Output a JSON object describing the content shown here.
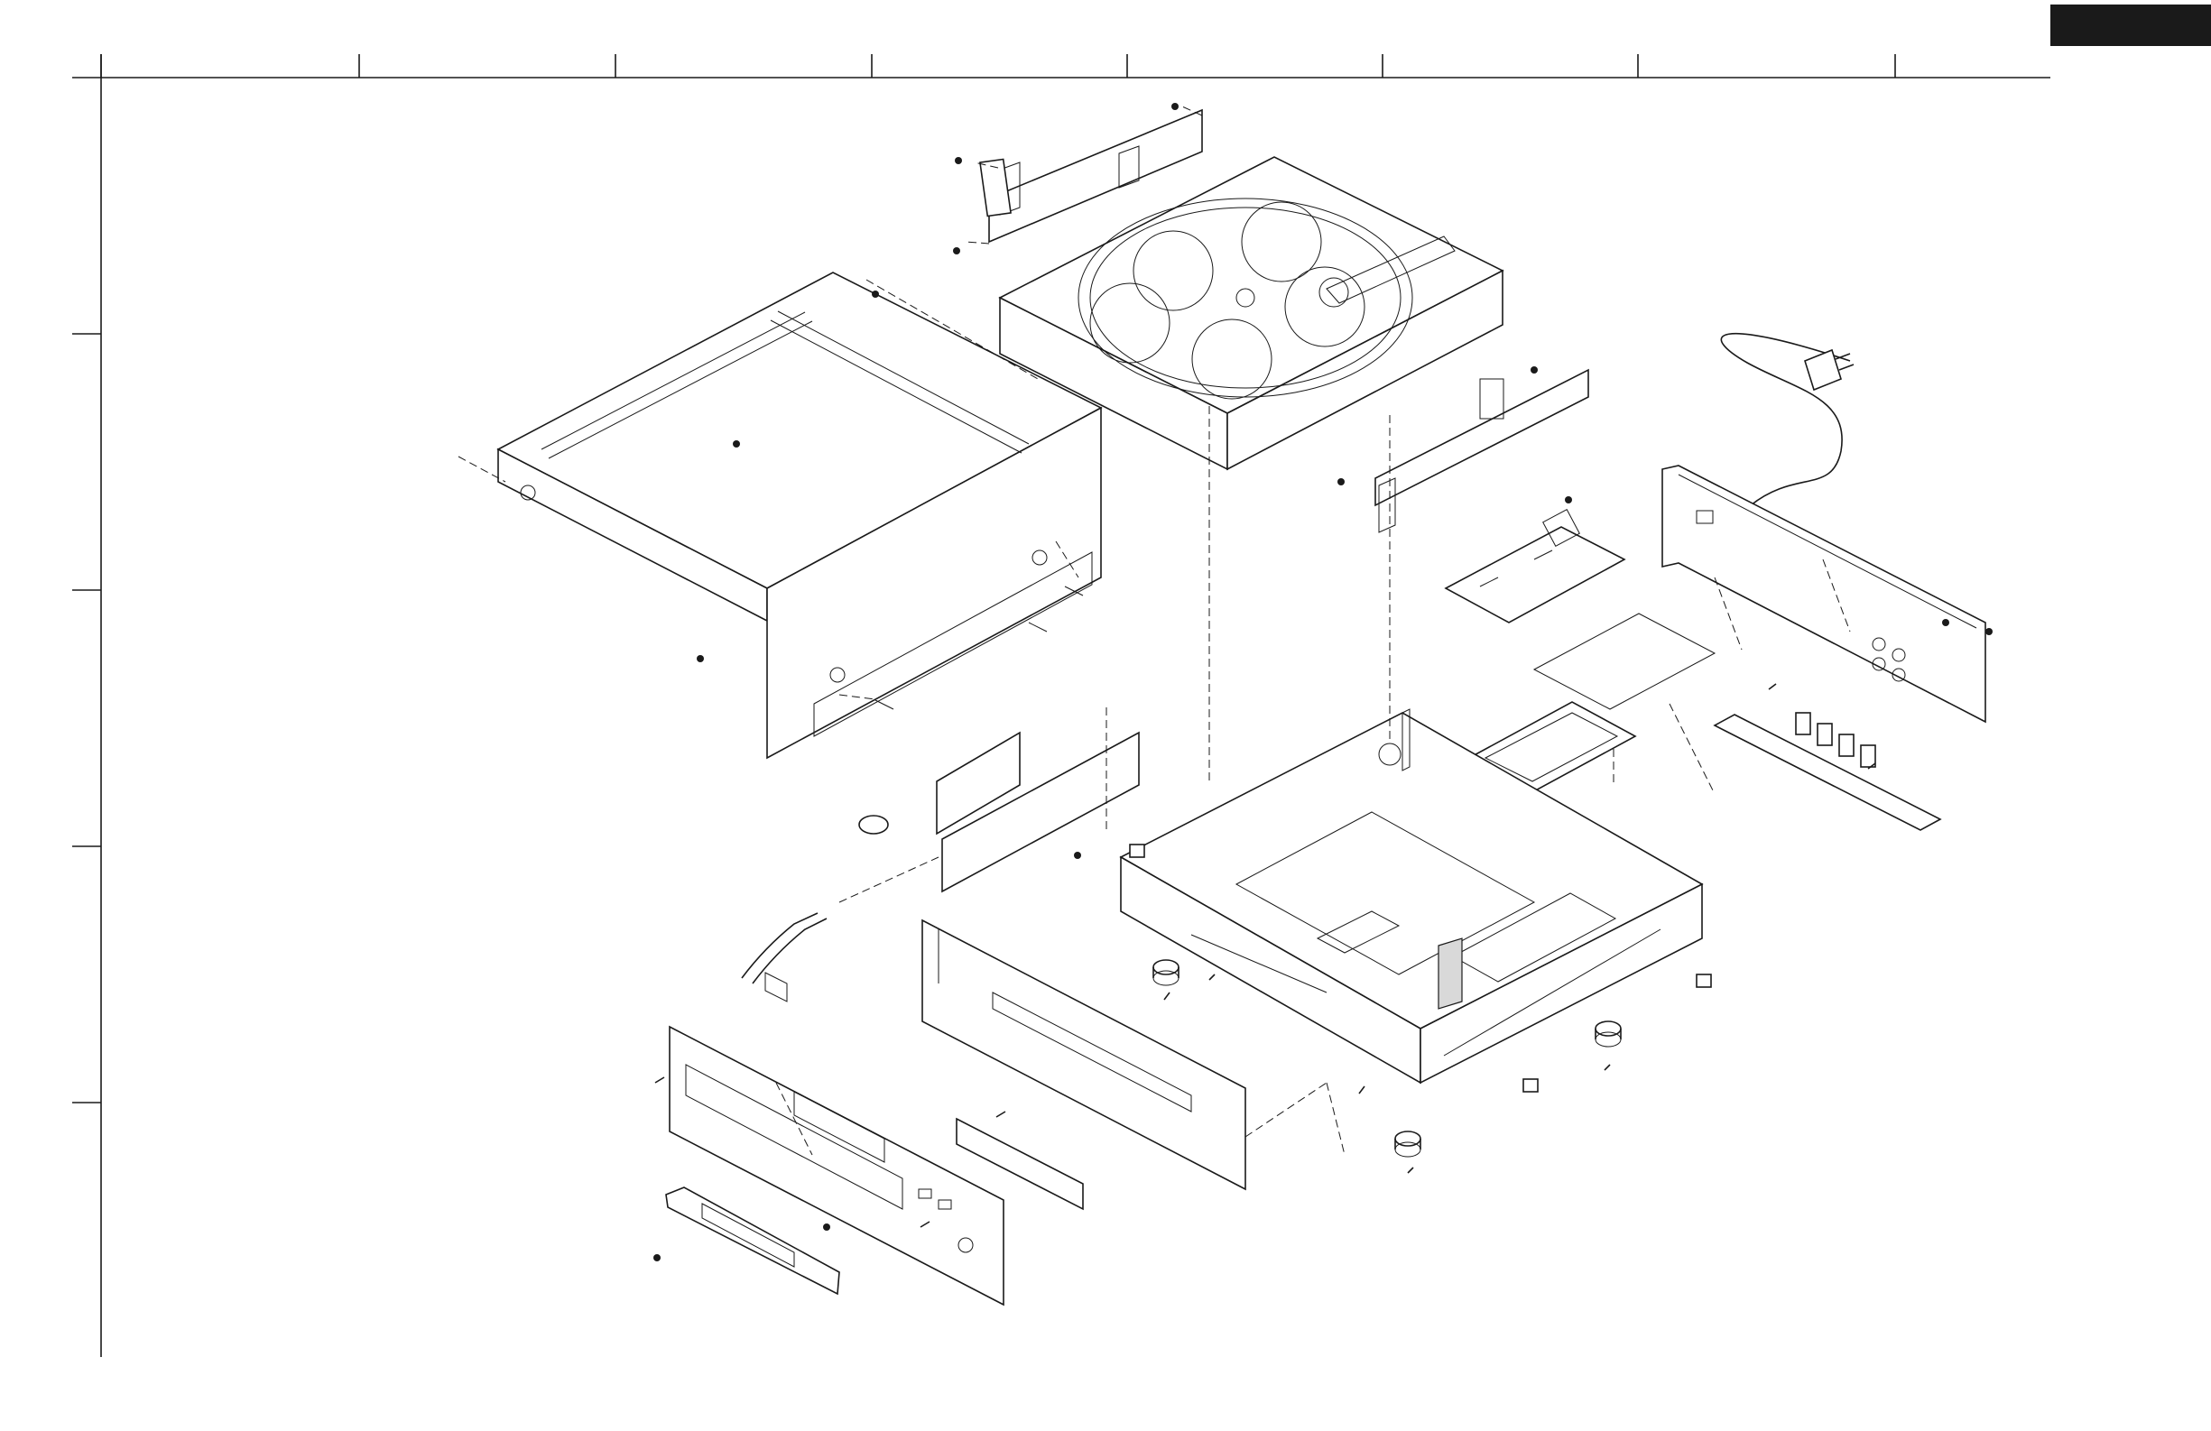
{
  "sheet": {
    "header_tab_color": "#1a1a1a",
    "line_color": "#1a1a1a",
    "column_zones": 8,
    "row_zones": 5
  },
  "diagram": {
    "type": "exploded-view",
    "parts": [
      {
        "id": "top-cover",
        "kind": "sheet-metal cover"
      },
      {
        "id": "disc-changer",
        "kind": "5-disc carousel mechanism"
      },
      {
        "id": "bottom-chassis",
        "kind": "chassis"
      },
      {
        "id": "rear-panel",
        "kind": "panel"
      },
      {
        "id": "front-panel",
        "kind": "panel"
      },
      {
        "id": "front-bracket",
        "kind": "bracket"
      },
      {
        "id": "power-cord",
        "kind": "cable"
      },
      {
        "id": "main-pcb",
        "kind": "circuit board"
      },
      {
        "id": "insulator-sheet",
        "kind": "sheet"
      },
      {
        "id": "power-pcb",
        "kind": "circuit board"
      },
      {
        "id": "jack-pcb",
        "kind": "circuit board"
      },
      {
        "id": "display-pcb",
        "kind": "circuit board"
      },
      {
        "id": "tray-door",
        "kind": "cover"
      },
      {
        "id": "feet",
        "kind": "foot",
        "count": 4
      }
    ]
  }
}
